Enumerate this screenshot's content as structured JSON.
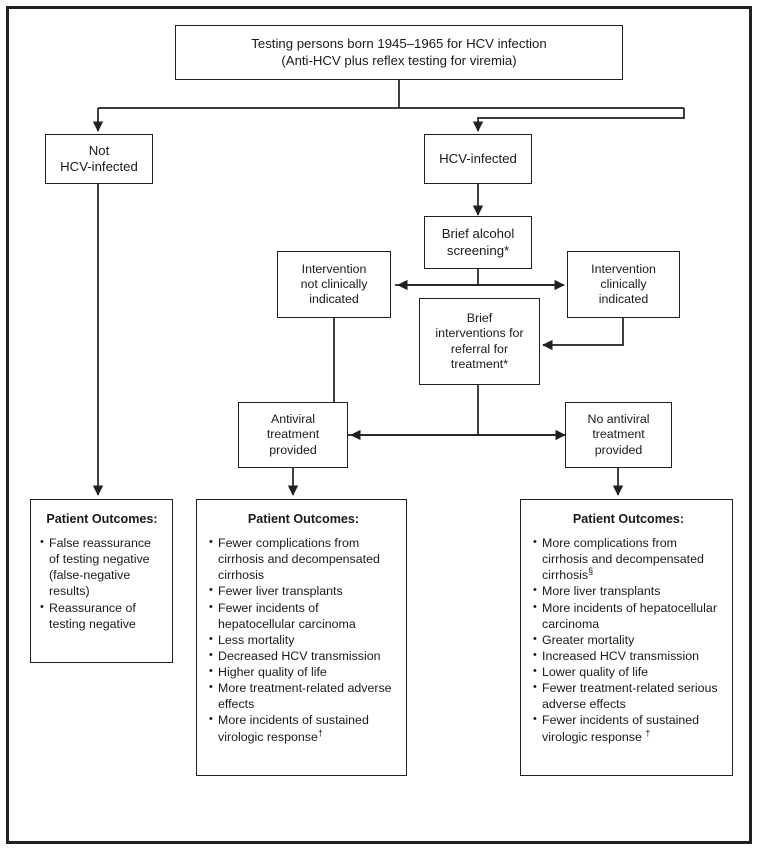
{
  "diagram": {
    "title": "HCV birth-cohort testing outcomes flowchart",
    "colors": {
      "stroke": "#231f20",
      "background": "#ffffff",
      "text": "#1a1a1a"
    }
  },
  "nodes": {
    "testing": {
      "name": "testing-persons-box",
      "lines": [
        "Testing persons born 1945–1965 for HCV infection",
        "(Anti-HCV plus reflex testing for viremia)"
      ]
    },
    "not_infected": {
      "name": "not-hcv-infected-box",
      "lines": [
        "Not",
        "HCV-infected"
      ]
    },
    "infected": {
      "name": "hcv-infected-box",
      "lines": [
        "HCV-infected"
      ]
    },
    "alcohol_screening": {
      "name": "brief-alcohol-screening-box",
      "lines": [
        "Brief alcohol",
        "screening*"
      ]
    },
    "not_indicated": {
      "name": "intervention-not-clinically-indicated-box",
      "lines": [
        "Intervention",
        "not clinically",
        "indicated"
      ]
    },
    "indicated": {
      "name": "intervention-clinically-indicated-box",
      "lines": [
        "Intervention",
        "clinically",
        "indicated"
      ]
    },
    "brief_interventions": {
      "name": "brief-interventions-referral-box",
      "lines": [
        "Brief",
        "interventions for",
        "referral for",
        "treatment*"
      ]
    },
    "antiviral": {
      "name": "antiviral-treatment-provided-box",
      "lines": [
        "Antiviral",
        "treatment",
        "provided"
      ]
    },
    "no_antiviral": {
      "name": "no-antiviral-treatment-provided-box",
      "lines": [
        "No antiviral",
        "treatment",
        "provided"
      ]
    }
  },
  "outcomes": {
    "negative": {
      "name": "patient-outcomes-negative-box",
      "heading": "Patient Outcomes:",
      "items": [
        "False reassurance of testing negative (false-negative results)",
        "Reassurance of testing negative"
      ]
    },
    "treated": {
      "name": "patient-outcomes-treated-box",
      "heading": "Patient Outcomes:",
      "items": [
        "Fewer complications from cirrhosis and decompensated cirrhosis",
        "Fewer liver transplants",
        "Fewer incidents of hepatocellular carcinoma",
        "Less mortality",
        "Decreased HCV transmission",
        "Higher quality of life",
        "More treatment-related adverse effects",
        "More incidents of sustained virologic response†"
      ]
    },
    "untreated": {
      "name": "patient-outcomes-untreated-box",
      "heading": "Patient Outcomes:",
      "items": [
        "More complications from cirrhosis and decompensated cirrhosis§",
        "More liver transplants",
        "More incidents of hepatocellular carcinoma",
        "Greater mortality",
        "Increased HCV transmission",
        "Lower quality of life",
        "Fewer treatment-related serious adverse effects",
        "Fewer incidents of sustained virologic response †"
      ]
    }
  }
}
